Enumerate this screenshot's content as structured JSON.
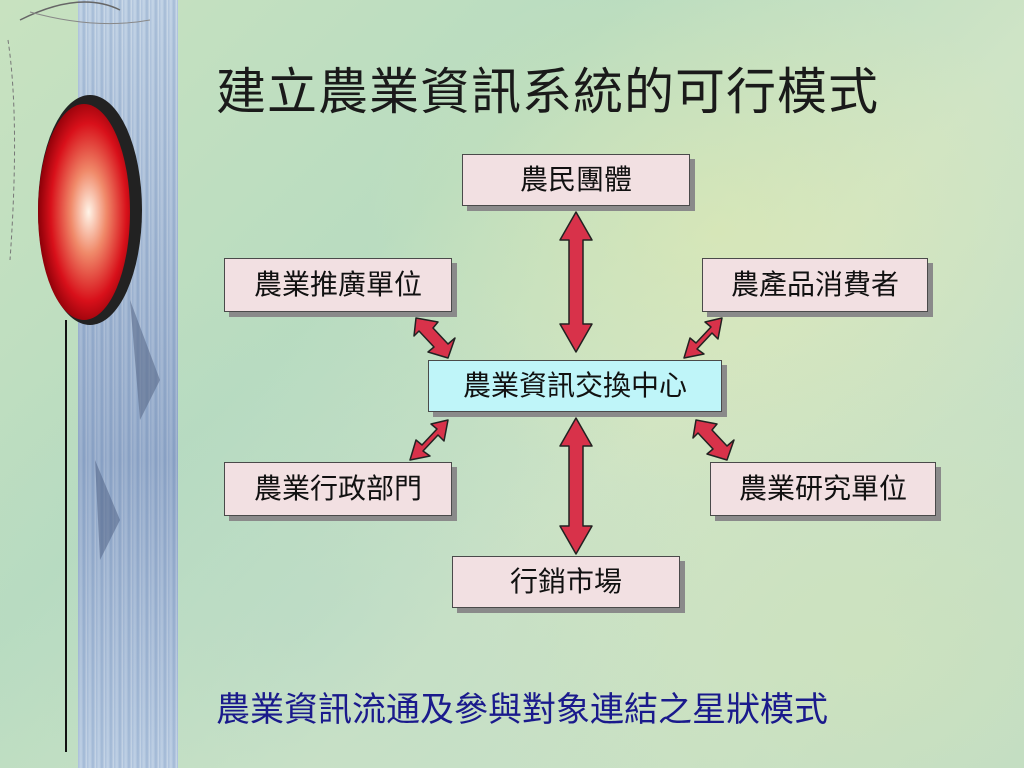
{
  "title": "建立農業資訊系統的可行模式",
  "nodes": {
    "top": "農民團體",
    "upper_left": "農業推廣單位",
    "upper_right": "農產品消費者",
    "center": "農業資訊交換中心",
    "lower_left": "農業行政部門",
    "lower_right": "農業研究單位",
    "bottom": "行銷市場"
  },
  "caption": "農業資訊流通及參與對象連結之星狀模式",
  "colors": {
    "node_fill": "#f2e0e2",
    "center_fill": "#bff5f9",
    "arrow_fill": "#d8324a",
    "caption_text": "#1a1a8c"
  }
}
